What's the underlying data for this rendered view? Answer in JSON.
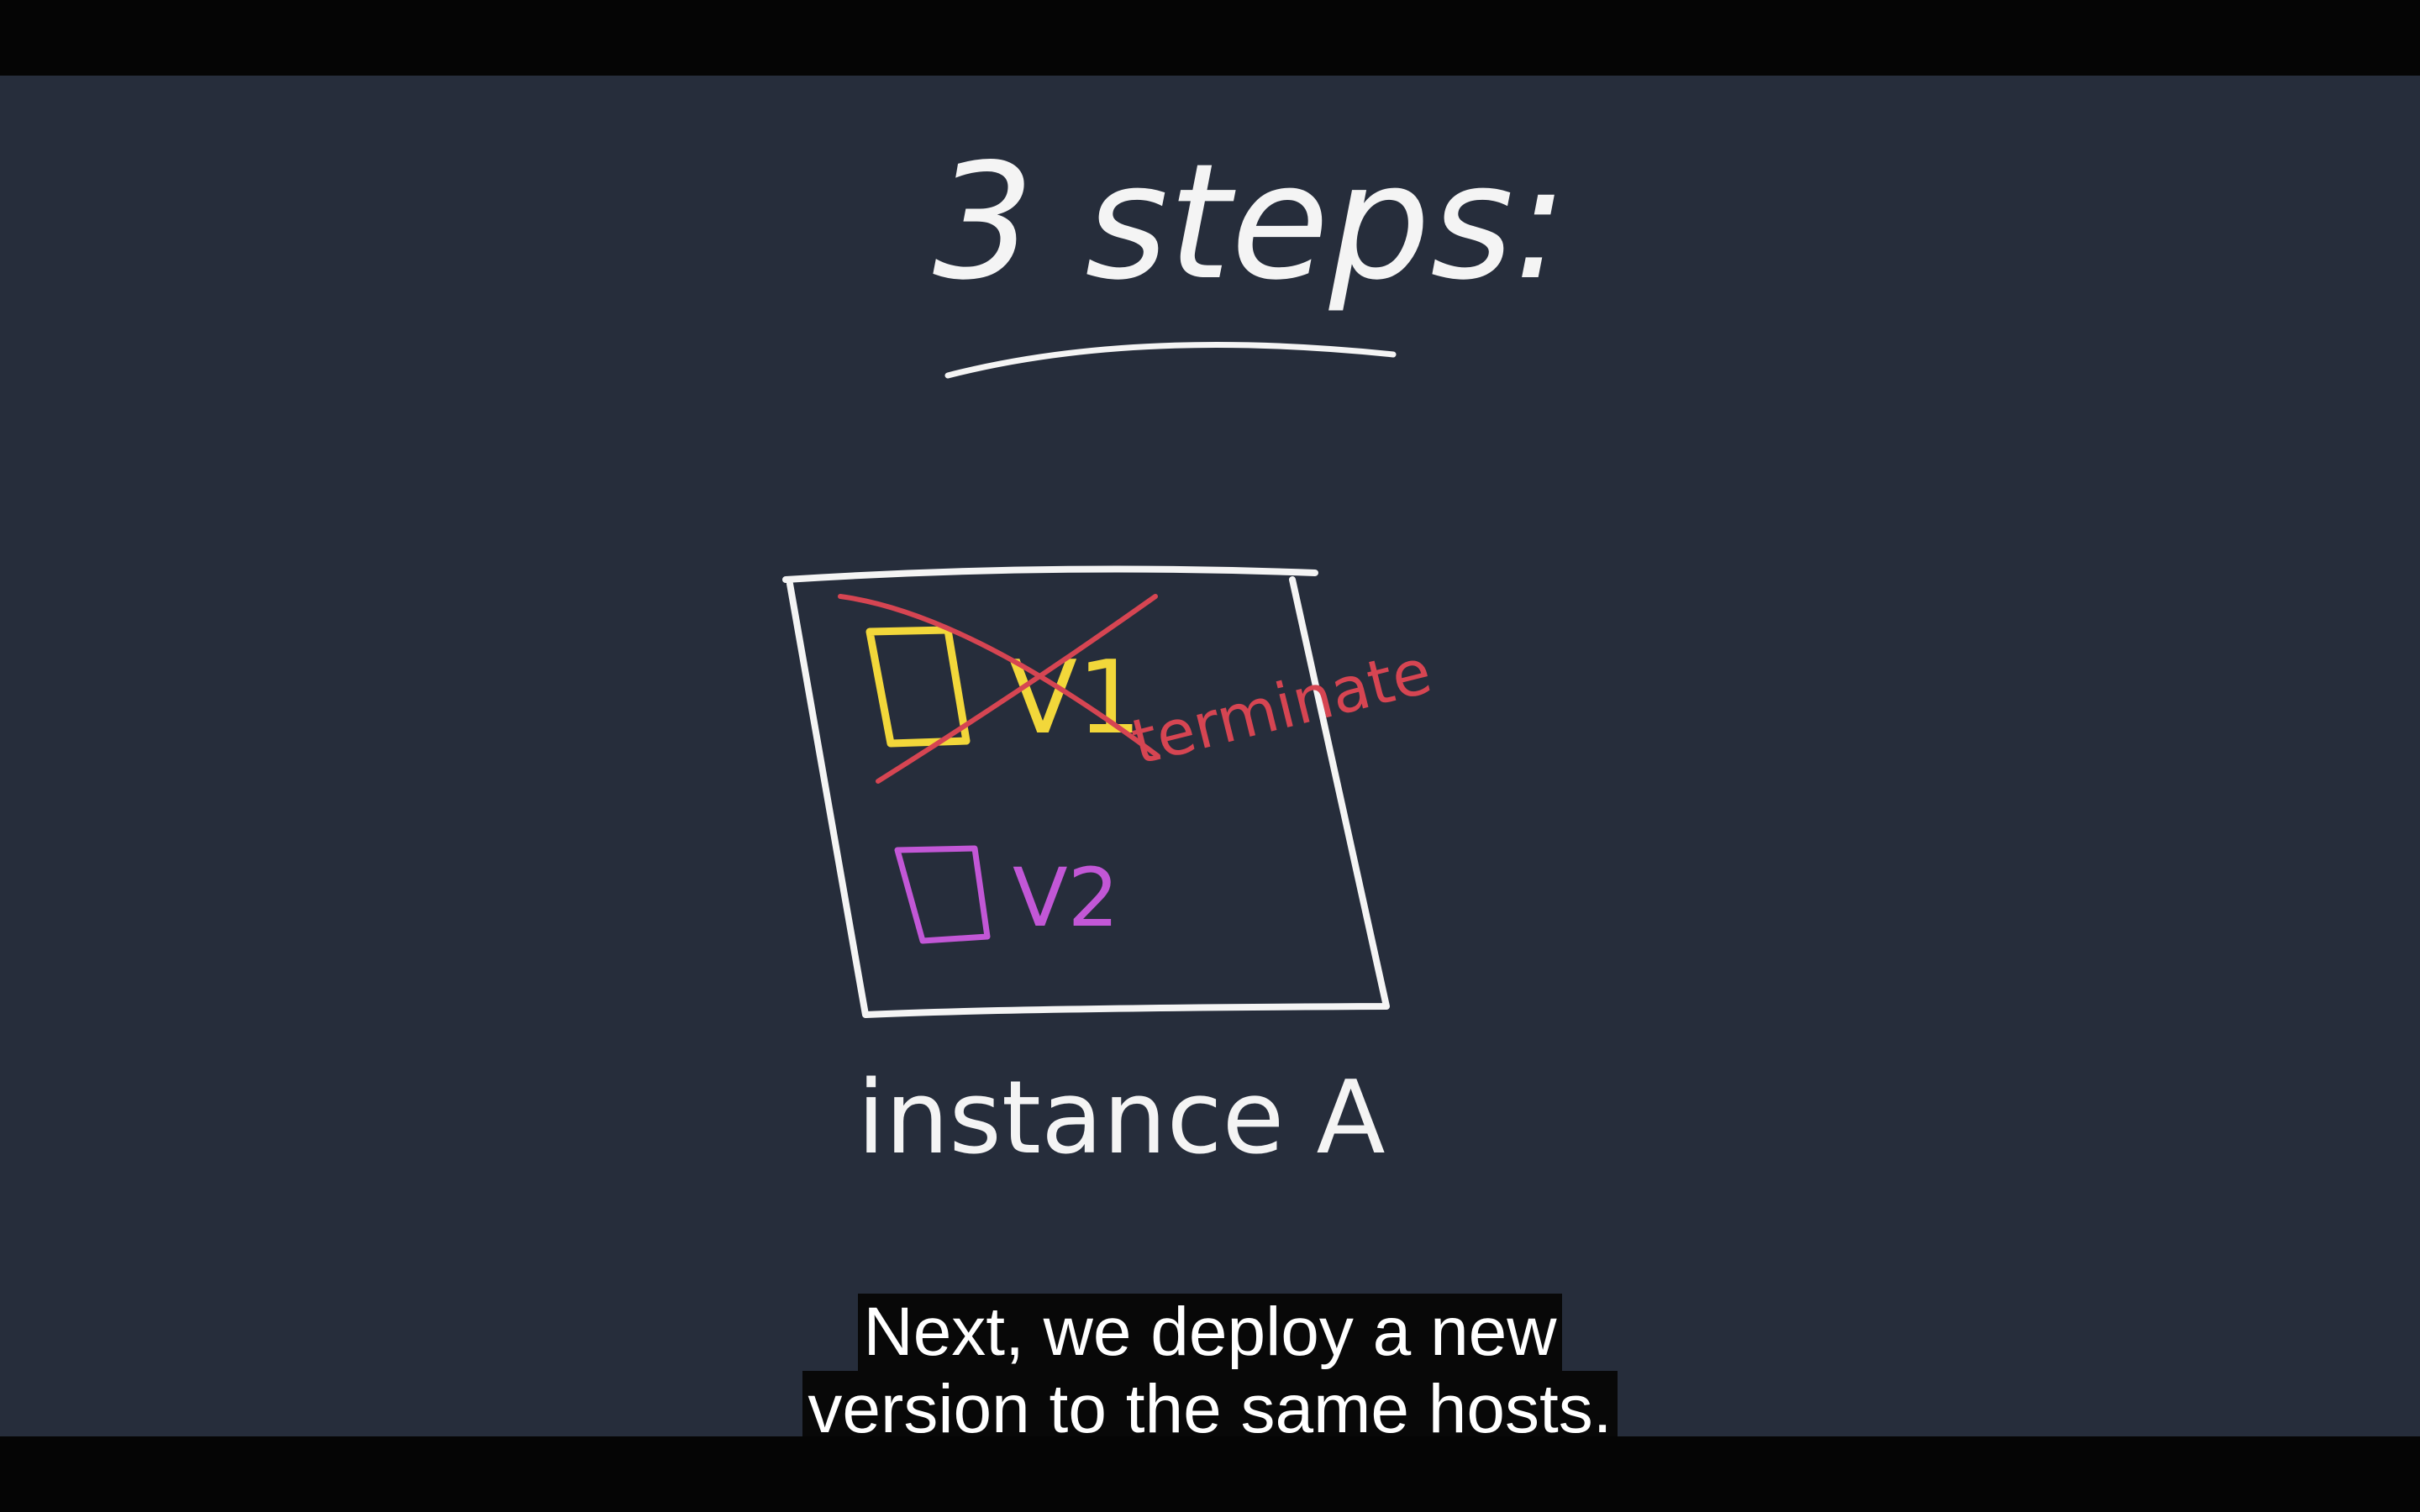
{
  "video": {
    "diagram": {
      "heading": "3 steps:",
      "v1_label": "V1",
      "annotation": "terminate",
      "v2_label": "V2",
      "instance_label": "instance A"
    },
    "colors": {
      "background": "#262d3b",
      "chalk": "#f4f4f4",
      "v1": "#f2d73a",
      "v2": "#c257d6",
      "terminate": "#d64552"
    },
    "subtitles": {
      "line1": "Next, we deploy a new",
      "line2": "version to the same hosts."
    }
  }
}
